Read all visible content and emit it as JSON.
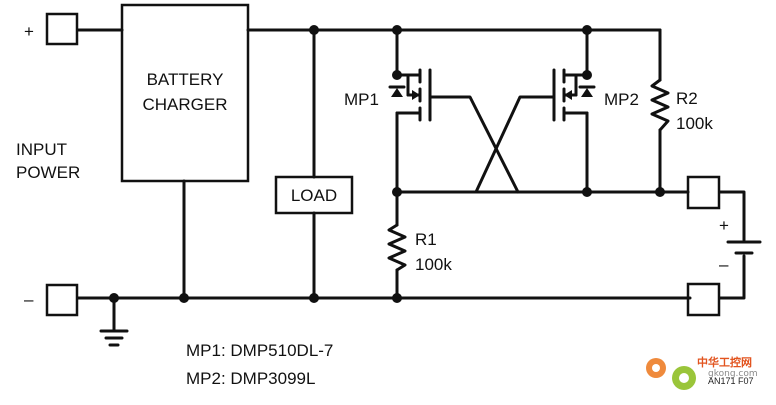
{
  "labels": {
    "battery_charger_line1": "BATTERY",
    "battery_charger_line2": "CHARGER",
    "input_power_line1": "INPUT",
    "input_power_line2": "POWER",
    "load": "LOAD",
    "mp1": "MP1",
    "mp2": "MP2",
    "r1": "R1",
    "r1_value": "100k",
    "r2": "R2",
    "r2_value": "100k",
    "plus": "+",
    "minus": "–",
    "batt_plus": "+",
    "batt_minus": "–"
  },
  "parts": {
    "mp1_part": "MP1: DMP510DL-7",
    "mp2_part": "MP2: DMP3099L"
  },
  "figure_id": "AN171 F07",
  "watermark": {
    "brand": "中华工控网",
    "url": "gkong.com"
  },
  "colors": {
    "line": "#111111",
    "watermark_orange": "#e2541f",
    "watermark_green": "#7ab51d"
  }
}
